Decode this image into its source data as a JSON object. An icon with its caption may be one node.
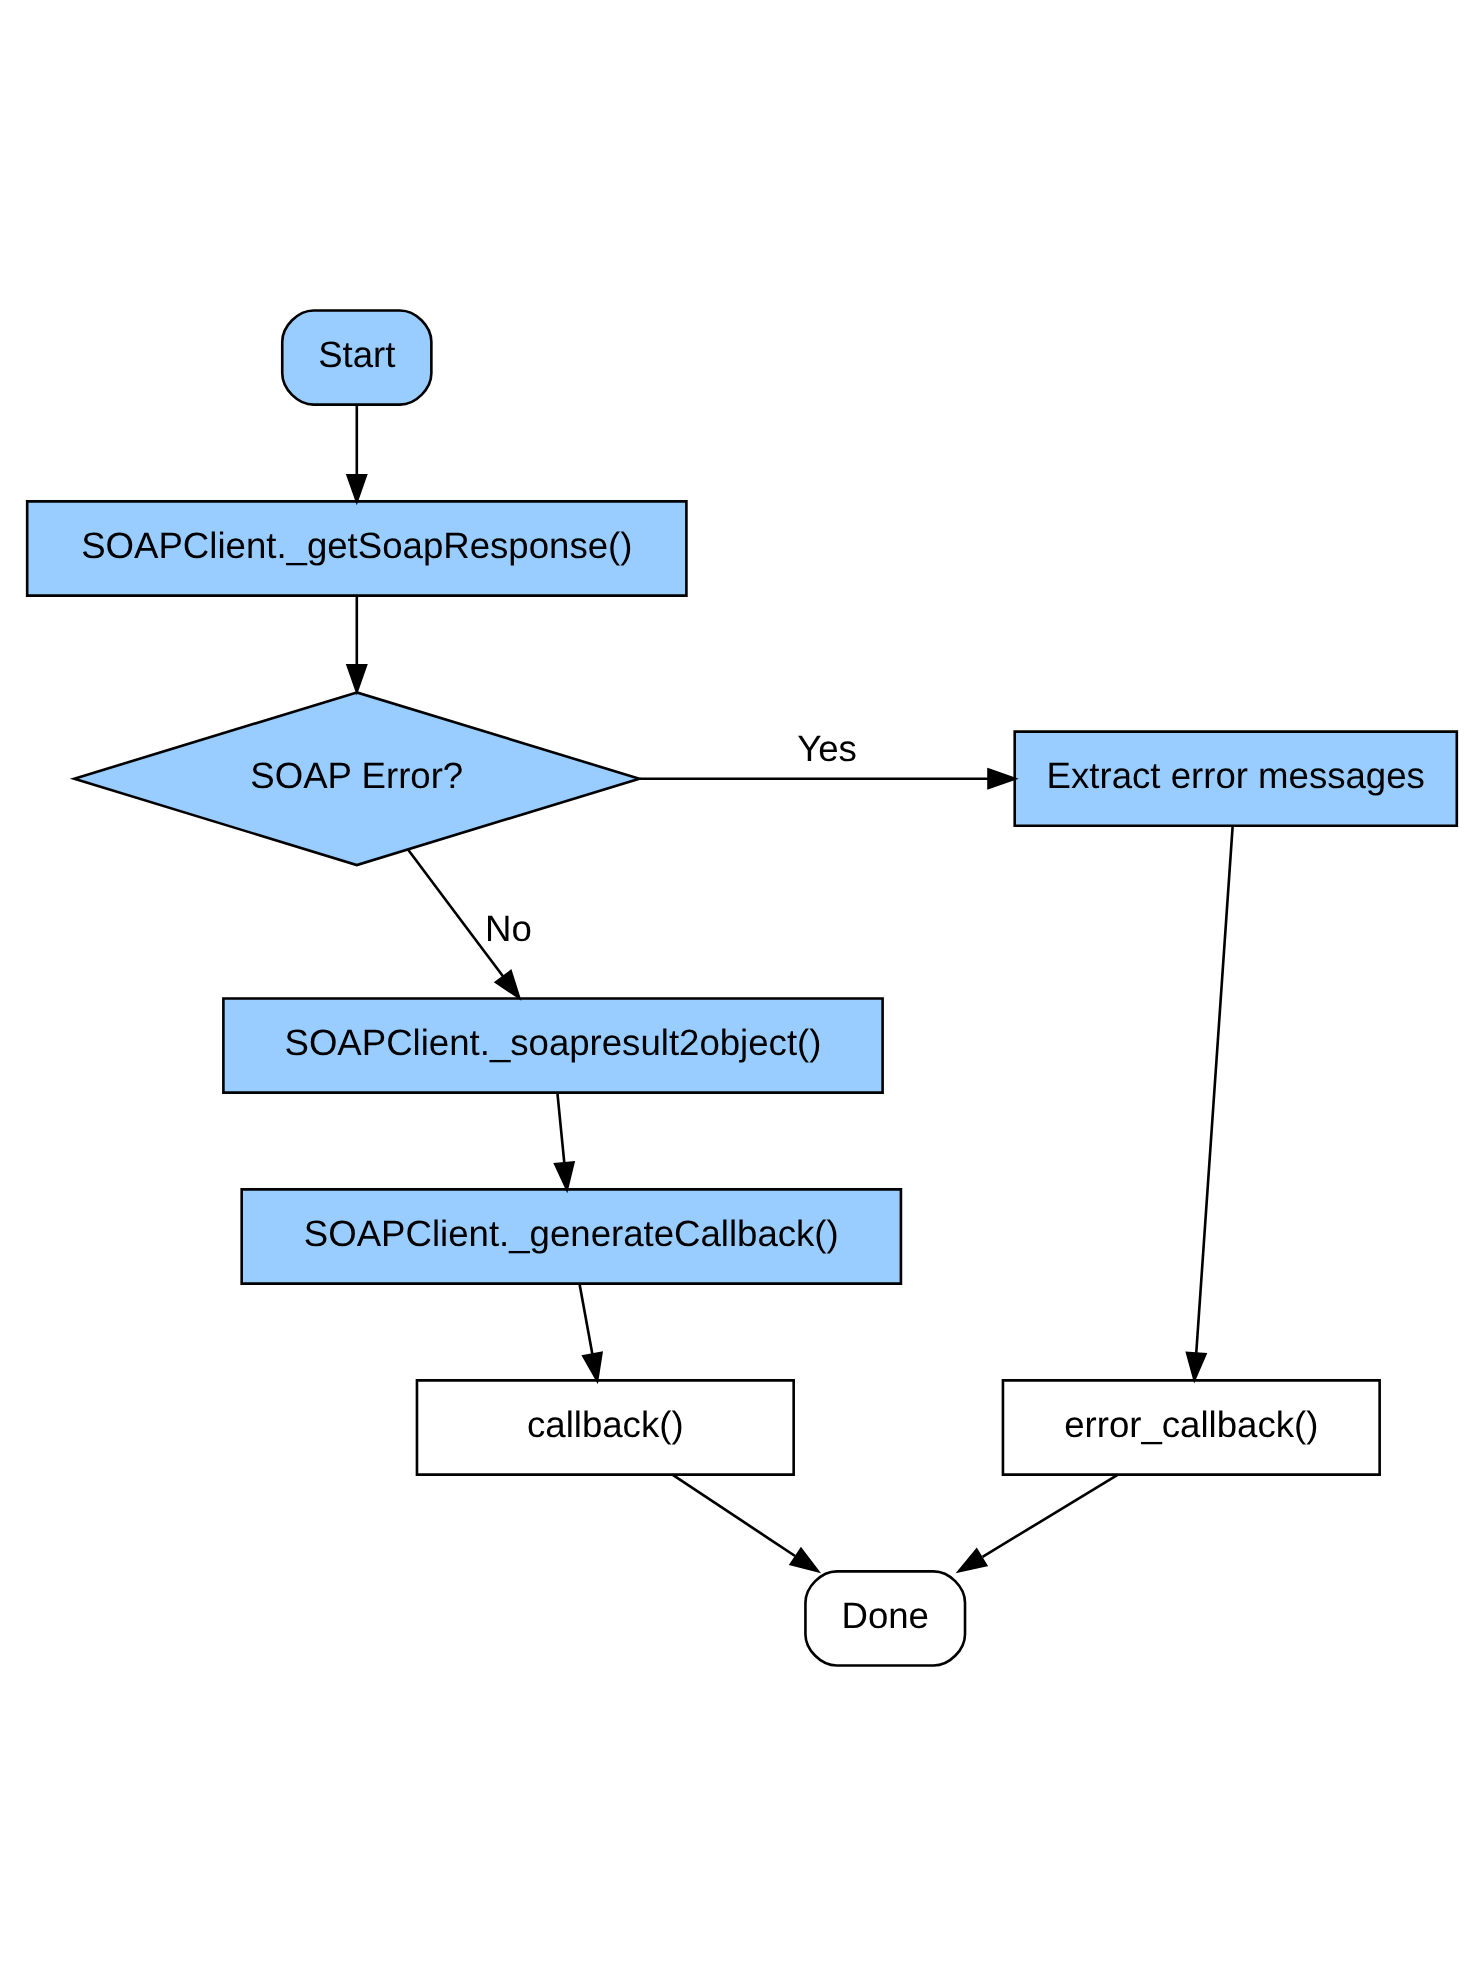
{
  "diagram": {
    "nodes": [
      {
        "text": [
          "Start"
        ]
      },
      {
        "text": [
          "SOAPClient._getSoapResponse()"
        ]
      },
      {
        "text": [
          "SOAP Error?"
        ]
      },
      {
        "text": [
          "Extract error messages"
        ]
      },
      {
        "text": [
          "SOAPClient._soapresult2object()"
        ]
      },
      {
        "text": [
          "SOAPClient._generateCallback()"
        ]
      },
      {
        "text": [
          "callback()"
        ]
      },
      {
        "text": [
          "error_callback()"
        ]
      },
      {
        "text": [
          "Done"
        ]
      }
    ],
    "edges": [
      {
        "from": 0,
        "to": 1,
        "arrow": "to"
      },
      {
        "from": 1,
        "to": 2,
        "arrow": "to"
      },
      {
        "from": 2,
        "to": 3,
        "arrow": "to",
        "label": "Yes"
      },
      {
        "from": 2,
        "to": 4,
        "arrow": "to",
        "label": "No"
      },
      {
        "from": 4,
        "to": 5,
        "arrow": "to"
      },
      {
        "from": 5,
        "to": 6,
        "arrow": "to"
      },
      {
        "from": 3,
        "to": 7,
        "arrow": "to"
      },
      {
        "from": 6,
        "to": 8,
        "arrow": "to"
      },
      {
        "from": 7,
        "to": 8,
        "arrow": "to"
      }
    ]
  }
}
